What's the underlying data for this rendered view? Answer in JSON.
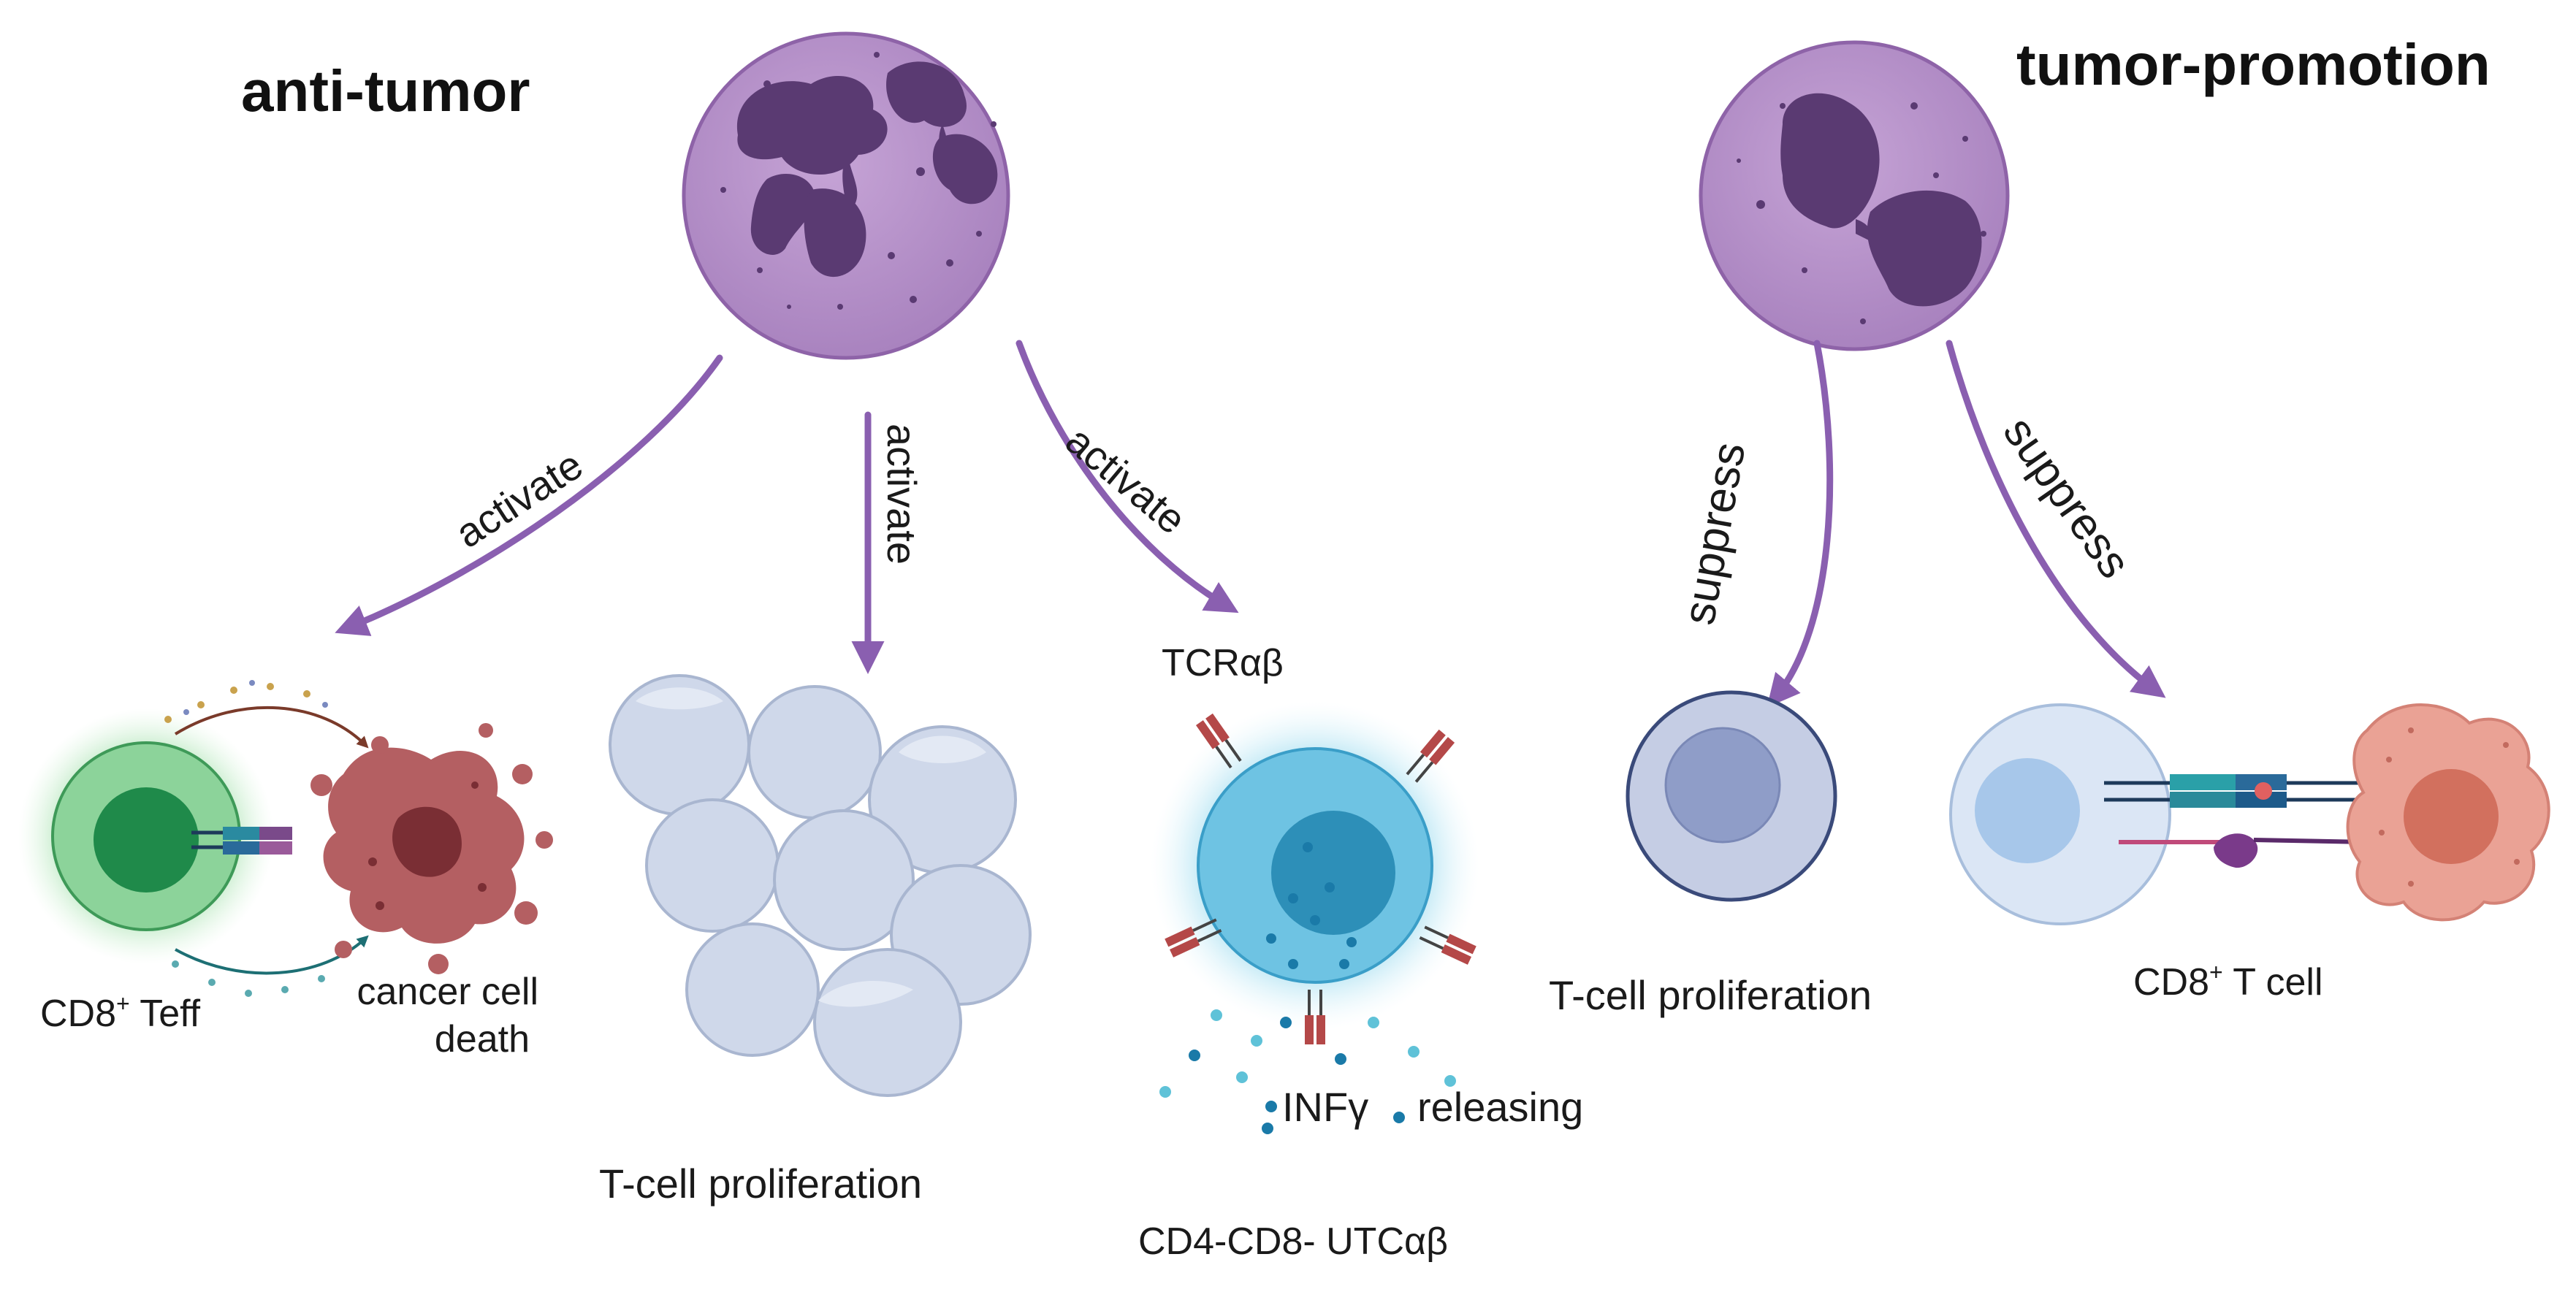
{
  "headings": {
    "anti_tumor": "anti-tumor",
    "tumor_promotion": "tumor-promotion"
  },
  "arrows": {
    "left": "activate",
    "middle": "activate",
    "right": "activate",
    "suppress_left": "suppress",
    "suppress_right": "suppress"
  },
  "labels": {
    "cd8_teff": "CD8",
    "cd8_teff_sup": "+",
    "cd8_teff_rest": " Teff",
    "cancer_cell_death_1": "cancer cell",
    "cancer_cell_death_2": "death",
    "tcr": "TCRαβ",
    "infg": "INFγ",
    "releasing": "releasing",
    "tcell_prolif_left": "T-cell proliferation",
    "utc": "CD4-CD8- UTCαβ",
    "tcell_prolif_right": "T-cell proliferation",
    "cd8_tcell": "CD8",
    "cd8_tcell_sup": "+",
    "cd8_tcell_rest": " T cell"
  },
  "colors": {
    "neutrophil": "#b18bc4",
    "neutrophil_border": "#8e63a8",
    "nucleus": "#5a3a72",
    "arrow": "#8a5fb0",
    "tcell_green": "#7cc08a",
    "tcell_green_dark": "#1f8a4a",
    "cancer_red": "#a84c52",
    "prolif_cell": "#cfd8ea",
    "prolif_border": "#a9b6d0",
    "utc_blue": "#5db6dc",
    "utc_nucleus": "#2d8fb8",
    "receptor_red": "#b44848",
    "suppressed_cell": "#c5cde4",
    "tumor_salmon": "#e2948a"
  }
}
